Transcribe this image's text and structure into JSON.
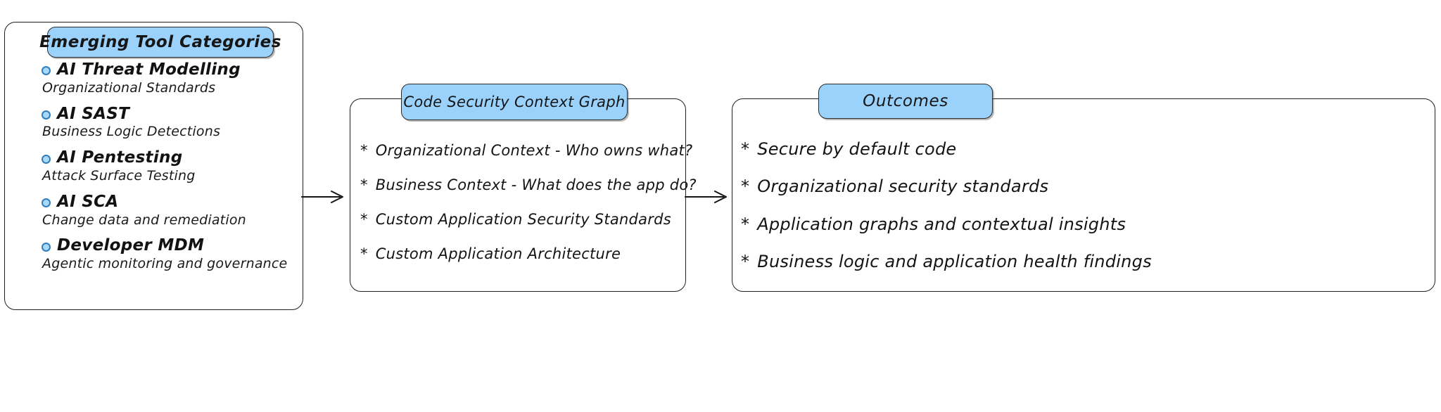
{
  "diagram": {
    "title": "Code Security Context Graph flow",
    "style": "hand-drawn",
    "colors": {
      "badge_fill": "#9ad2fb",
      "badge_stroke": "#2b2b2b",
      "panel_stroke": "#1f1f1f",
      "bullet_dot_fill": "#a9d8f8",
      "bullet_dot_stroke": "#2f7fbf",
      "text": "#161616",
      "background": "#ffffff"
    }
  },
  "left_panel": {
    "badge_label": "Emerging Tool Categories",
    "items": [
      {
        "title": "AI Threat Modelling",
        "subtitle": "Organizational Standards"
      },
      {
        "title": "AI SAST",
        "subtitle": "Business Logic Detections"
      },
      {
        "title": "AI Pentesting",
        "subtitle": "Attack Surface Testing"
      },
      {
        "title": "AI SCA",
        "subtitle": "Change data and remediation"
      },
      {
        "title": "Developer MDM",
        "subtitle": "Agentic monitoring and governance"
      }
    ]
  },
  "middle_panel": {
    "badge_label": "Code Security Context Graph",
    "bullet_marker": "*",
    "items": [
      "Organizational Context - Who owns what?",
      "Business Context - What does the app do?",
      "Custom Application Security Standards",
      "Custom Application Architecture"
    ]
  },
  "right_panel": {
    "badge_label": "Outcomes",
    "bullet_marker": "*",
    "items": [
      "Secure by default code",
      "Organizational security standards",
      "Application graphs and contextual insights",
      "Business logic and application health findings"
    ]
  },
  "connectors": [
    {
      "from": "left_panel",
      "to": "middle_panel",
      "type": "arrow-right"
    },
    {
      "from": "middle_panel",
      "to": "right_panel",
      "type": "arrow-right"
    }
  ]
}
